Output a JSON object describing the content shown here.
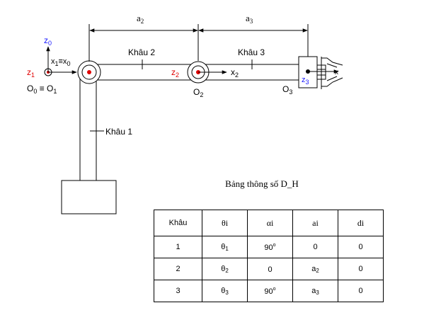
{
  "dims": {
    "a2": "a",
    "a2_sub": "2",
    "a3": "a",
    "a3_sub": "3"
  },
  "links": {
    "khau1": "Khâu 1",
    "khau2": "Khâu 2",
    "khau3": "Khâu 3"
  },
  "frames": {
    "z0": "z",
    "z0_sub": "0",
    "z1": "z",
    "z1_sub": "1",
    "x1x0": "x",
    "x1x0_sub1": "1",
    "x1x0_eq": "≡x",
    "x1x0_sub2": "0",
    "O0O1": "O",
    "O0O1_sub1": "0",
    "O0O1_eq": " ≡ O",
    "O0O1_sub2": "1",
    "z2": "z",
    "z2_sub": "2",
    "x2": "x",
    "x2_sub": "2",
    "O2": "O",
    "O2_sub": "2",
    "O3": "O",
    "O3_sub": "3",
    "z3": "z",
    "z3_sub": "3",
    "x3": "x"
  },
  "colors": {
    "z_red": "#e00000",
    "z_blue": "#1a1aff"
  },
  "dh_table": {
    "caption": "Bảng thông số D_H",
    "headers": [
      "Khâu",
      "θi",
      "αi",
      "ai",
      "di"
    ],
    "rows": [
      {
        "khau": "1",
        "theta": "θ",
        "theta_sub": "1",
        "alpha": "90",
        "alpha_sup": "o",
        "a": "0",
        "a_sub": "",
        "d": "0"
      },
      {
        "khau": "2",
        "theta": "θ",
        "theta_sub": "2",
        "alpha": "0",
        "alpha_sup": "",
        "a": "a",
        "a_sub": "2",
        "d": "0"
      },
      {
        "khau": "3",
        "theta": "θ",
        "theta_sub": "3",
        "alpha": "90",
        "alpha_sup": "o",
        "a": "a",
        "a_sub": "3",
        "d": "0"
      }
    ]
  }
}
